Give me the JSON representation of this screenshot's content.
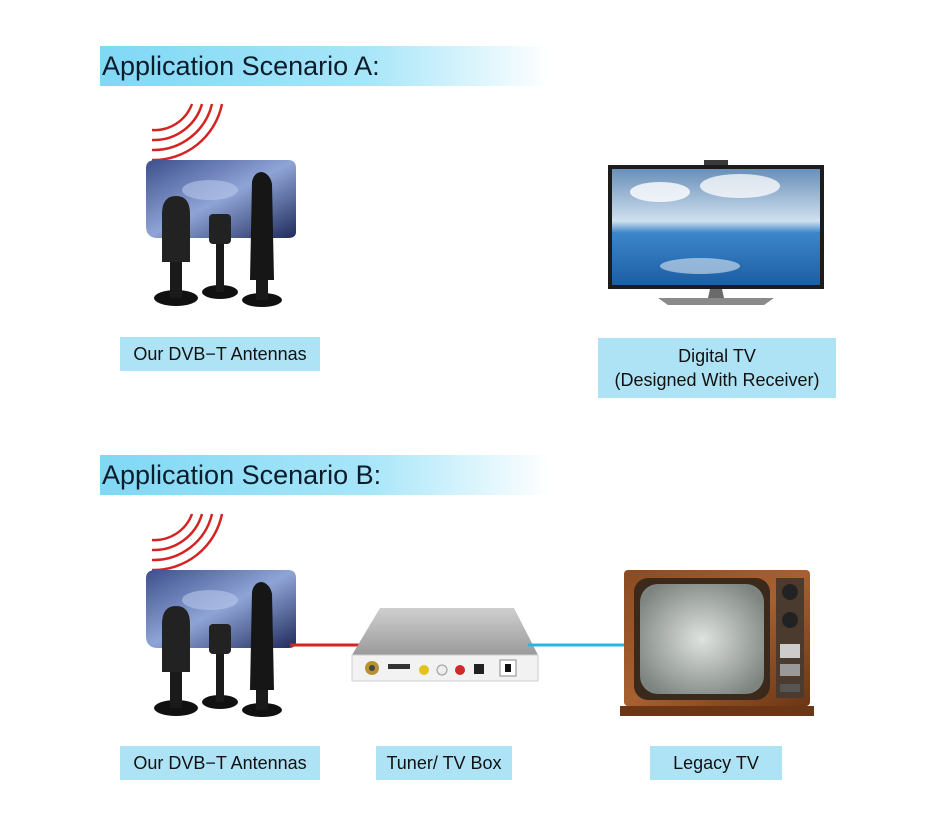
{
  "scenario_a": {
    "title": "Application Scenario A:",
    "antenna_label": "Our DVB−T Antennas",
    "tv_label_line1": "Digital TV",
    "tv_label_line2": "(Designed With Receiver)"
  },
  "scenario_b": {
    "title": "Application Scenario B:",
    "antenna_label": "Our DVB−T Antennas",
    "tuner_label": "Tuner/ TV Box",
    "tv_label": "Legacy TV"
  },
  "colors": {
    "title_band": "#7fd8f5",
    "label_box": "#aee3f6",
    "signal_red": "#d32323",
    "cable_blue": "#29b6e0"
  },
  "icons": [
    "signal-waves-icon",
    "dvbt-antennas-image",
    "digital-tv-image",
    "tuner-box-image",
    "legacy-tv-image"
  ]
}
